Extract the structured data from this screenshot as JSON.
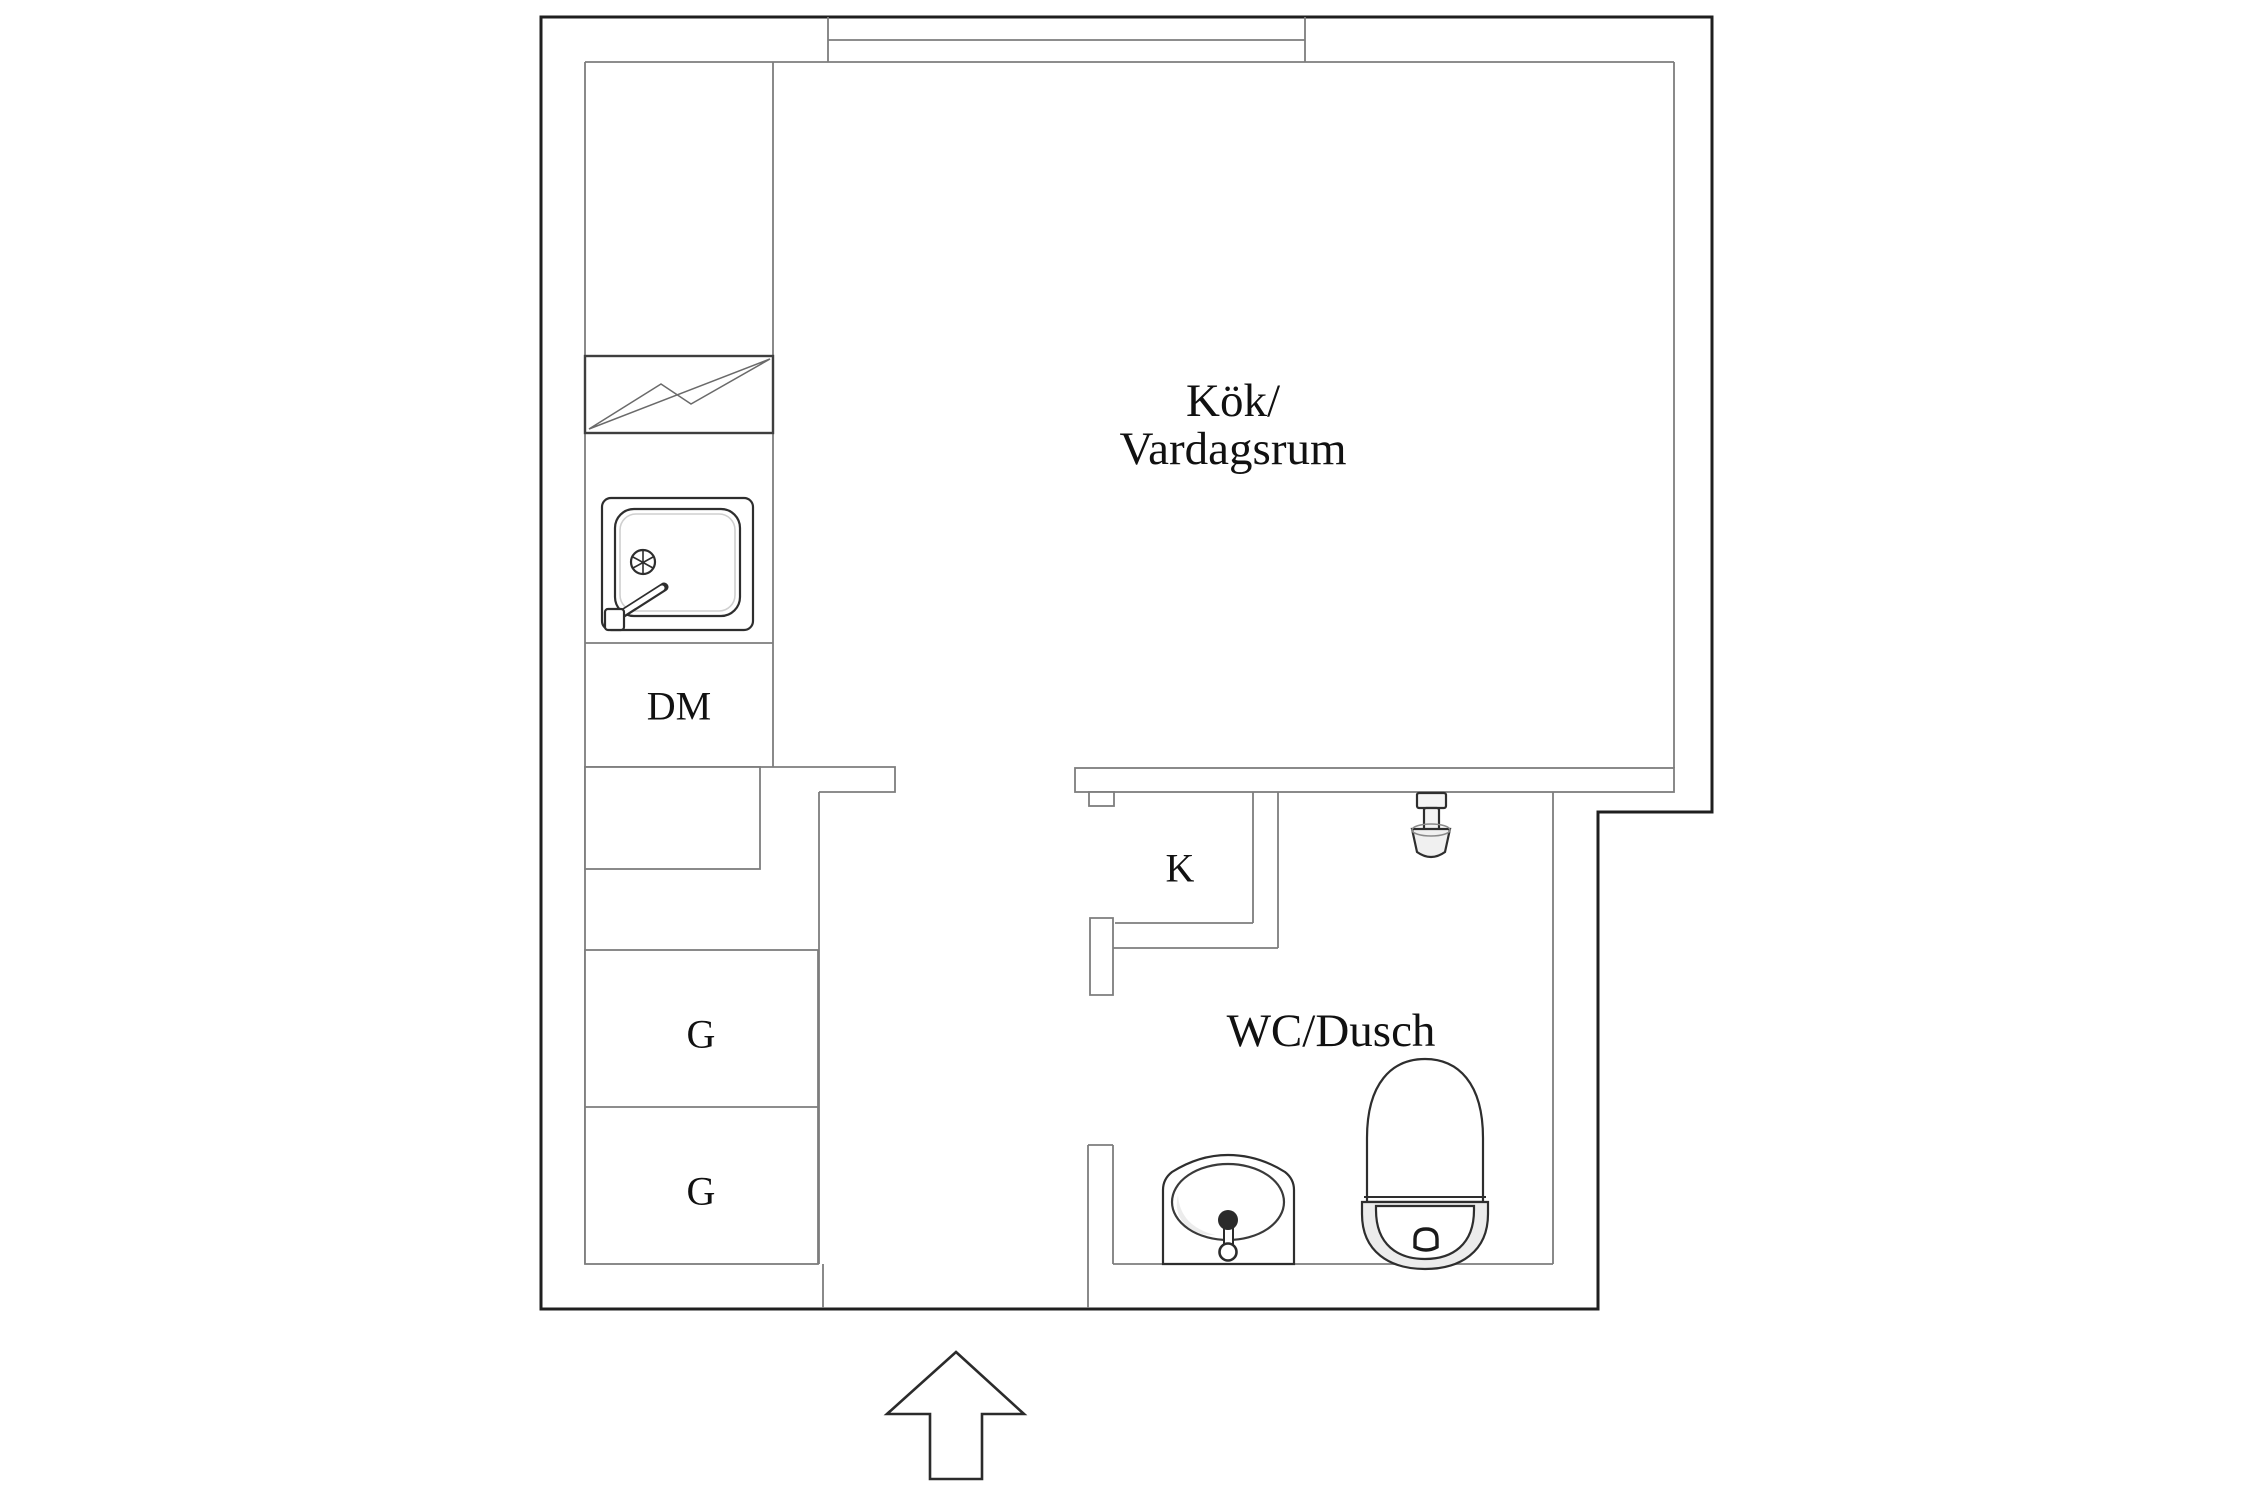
{
  "floor_plan": {
    "rooms": {
      "kitchen_living": {
        "label_line1": "Kök/",
        "label_line2": "Vardagsrum"
      },
      "wc_shower": {
        "label": "WC/Dusch"
      },
      "closet_k": {
        "label": "K"
      },
      "dishwasher": {
        "label": "DM"
      },
      "wardrobe_upper": {
        "label": "G"
      },
      "wardrobe_lower": {
        "label": "G"
      }
    },
    "icons": {
      "stove": "stove-icon",
      "sink": "kitchen-sink-icon",
      "window": "window-icon",
      "shower": "shower-head-icon",
      "toilet": "toilet-icon",
      "washbasin": "washbasin-icon",
      "entrance_arrow": "entrance-arrow-icon"
    },
    "colors": {
      "wall": "#1f1f1f",
      "line": "#7d7d7d",
      "fixture_stroke": "#2e2e2e",
      "fixture_fill": "#ececec",
      "text": "#111111",
      "background": "#ffffff"
    }
  }
}
